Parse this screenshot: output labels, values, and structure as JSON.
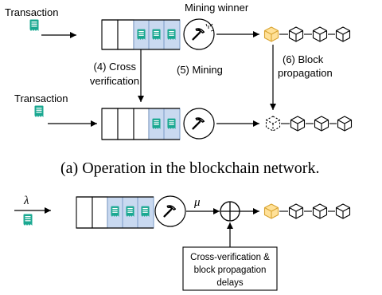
{
  "labels": {
    "transaction_top": "Transaction",
    "transaction_mid": "Transaction",
    "mining_winner": "Mining winner",
    "cross_verification_line1": "(4) Cross",
    "cross_verification_line2": "verification",
    "mining": "(5) Mining",
    "block_propagation_line1": "(6) Block",
    "block_propagation_line2": "propagation",
    "caption_a": "(a) Operation in the blockchain network.",
    "lambda": "λ",
    "mu": "μ",
    "delay_box_line1": "Cross-verification &",
    "delay_box_line2": "block propagation",
    "delay_box_line3": "delays"
  },
  "colors": {
    "queue_fill": "#c9d9f0",
    "queue_stroke": "#7a9cc9",
    "doc_icon": "#1aa891",
    "new_block_fill": "#ffe199",
    "new_block_stroke": "#d9a431",
    "line": "#000000"
  },
  "icons": {
    "transaction": "document-icon",
    "miner": "pickaxe-icon",
    "block": "cube-icon",
    "merge": "circle-plus-icon"
  }
}
